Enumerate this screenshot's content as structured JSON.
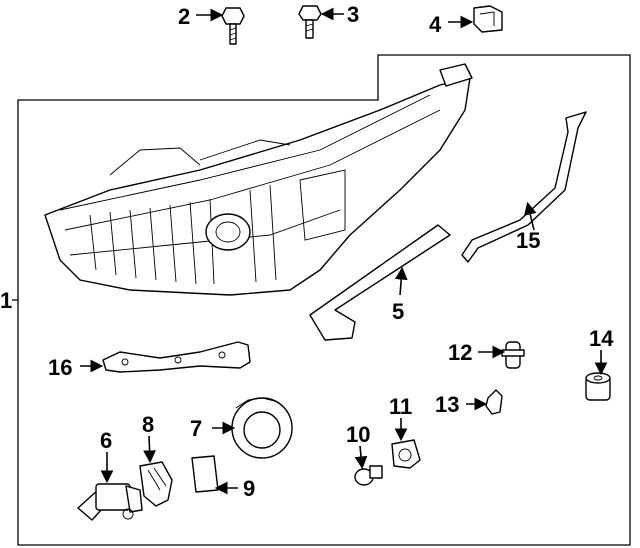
{
  "callouts": {
    "c1": "1",
    "c2": "2",
    "c3": "3",
    "c4": "4",
    "c5": "5",
    "c6": "6",
    "c7": "7",
    "c8": "8",
    "c9": "9",
    "c10": "10",
    "c11": "11",
    "c12": "12",
    "c13": "13",
    "c14": "14",
    "c15": "15",
    "c16": "16"
  },
  "icons": [
    "headlamp-assembly",
    "bolt",
    "screw",
    "clip",
    "trim-strip",
    "bulb",
    "socket",
    "bracket",
    "cap",
    "seal",
    "bushing"
  ]
}
